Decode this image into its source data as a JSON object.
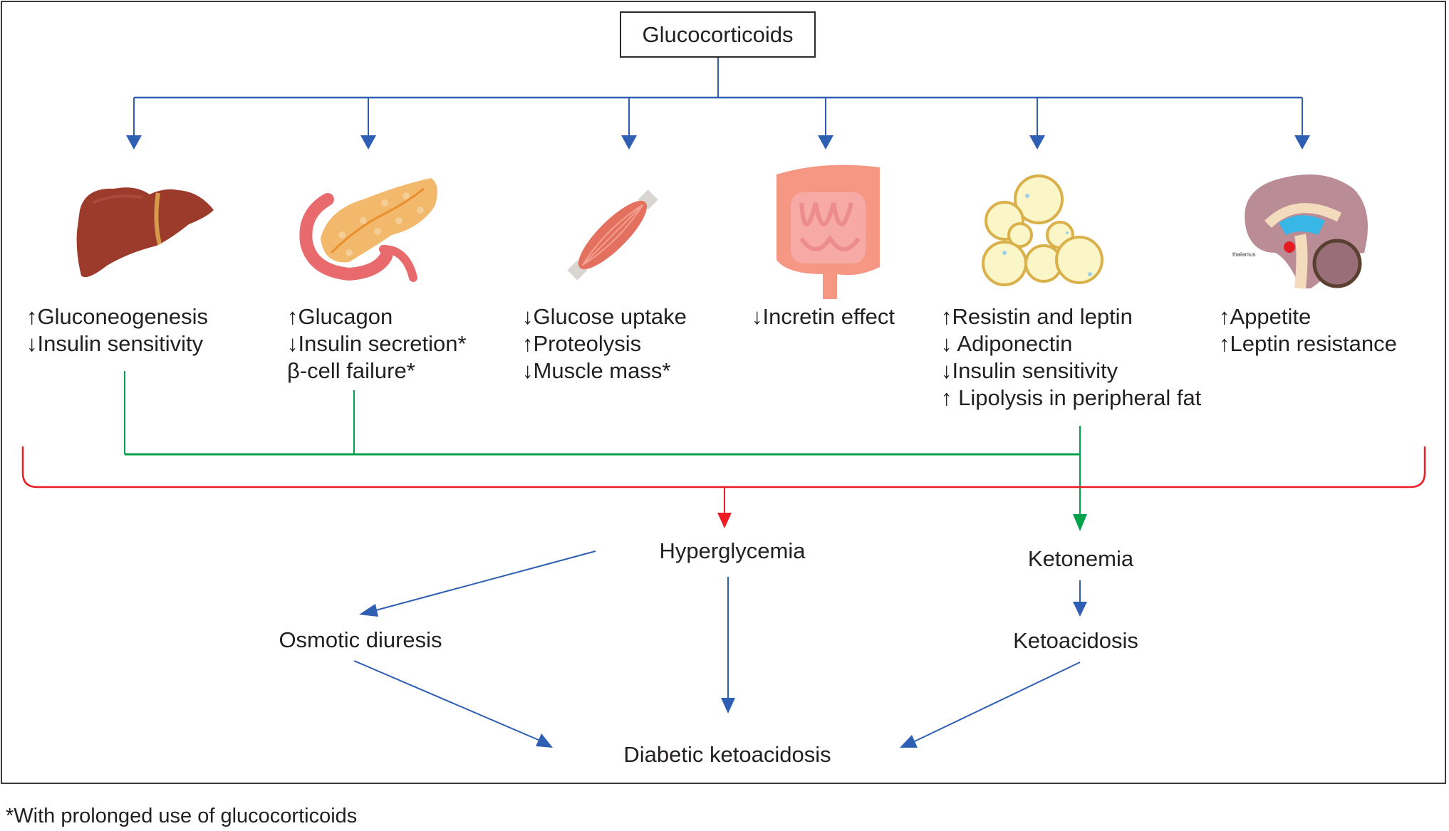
{
  "title": "Glucocorticoids",
  "organs": [
    {
      "name": "liver",
      "icon": "liver-icon",
      "effects": [
        "↑Gluconeogenesis",
        "↓Insulin sensitivity"
      ]
    },
    {
      "name": "pancreas",
      "icon": "pancreas-icon",
      "effects": [
        "↑Glucagon",
        "↓Insulin secretion*",
        "β-cell failure*"
      ]
    },
    {
      "name": "muscle",
      "icon": "muscle-icon",
      "effects": [
        "↓Glucose uptake",
        "↑Proteolysis",
        "↓Muscle mass*"
      ]
    },
    {
      "name": "intestine",
      "icon": "intestine-icon",
      "effects": [
        "↓Incretin effect"
      ]
    },
    {
      "name": "adipose",
      "icon": "adipose-cells-icon",
      "effects": [
        "↑Resistin and leptin",
        "↓ Adiponectin",
        "↓Insulin sensitivity",
        "↑ Lipolysis in peripheral fat"
      ]
    },
    {
      "name": "brain",
      "icon": "brain-icon",
      "icon_label": "thalamus",
      "effects": [
        "↑Appetite",
        "↑Leptin resistance"
      ]
    }
  ],
  "outcomes": {
    "hyperglycemia": "Hyperglycemia",
    "ketonemia": "Ketonemia",
    "osmotic_diuresis": "Osmotic diuresis",
    "ketoacidosis": "Ketoacidosis",
    "diabetic_ketoacidosis": "Diabetic ketoacidosis"
  },
  "footnote": "*With prolonged use of glucocorticoids",
  "colors": {
    "blue_arrow": "#2f5fb3",
    "green_arrow": "#00a14b",
    "red_arrow": "#ed1c24",
    "text": "#231f20",
    "frame": "#3a3a3a"
  }
}
